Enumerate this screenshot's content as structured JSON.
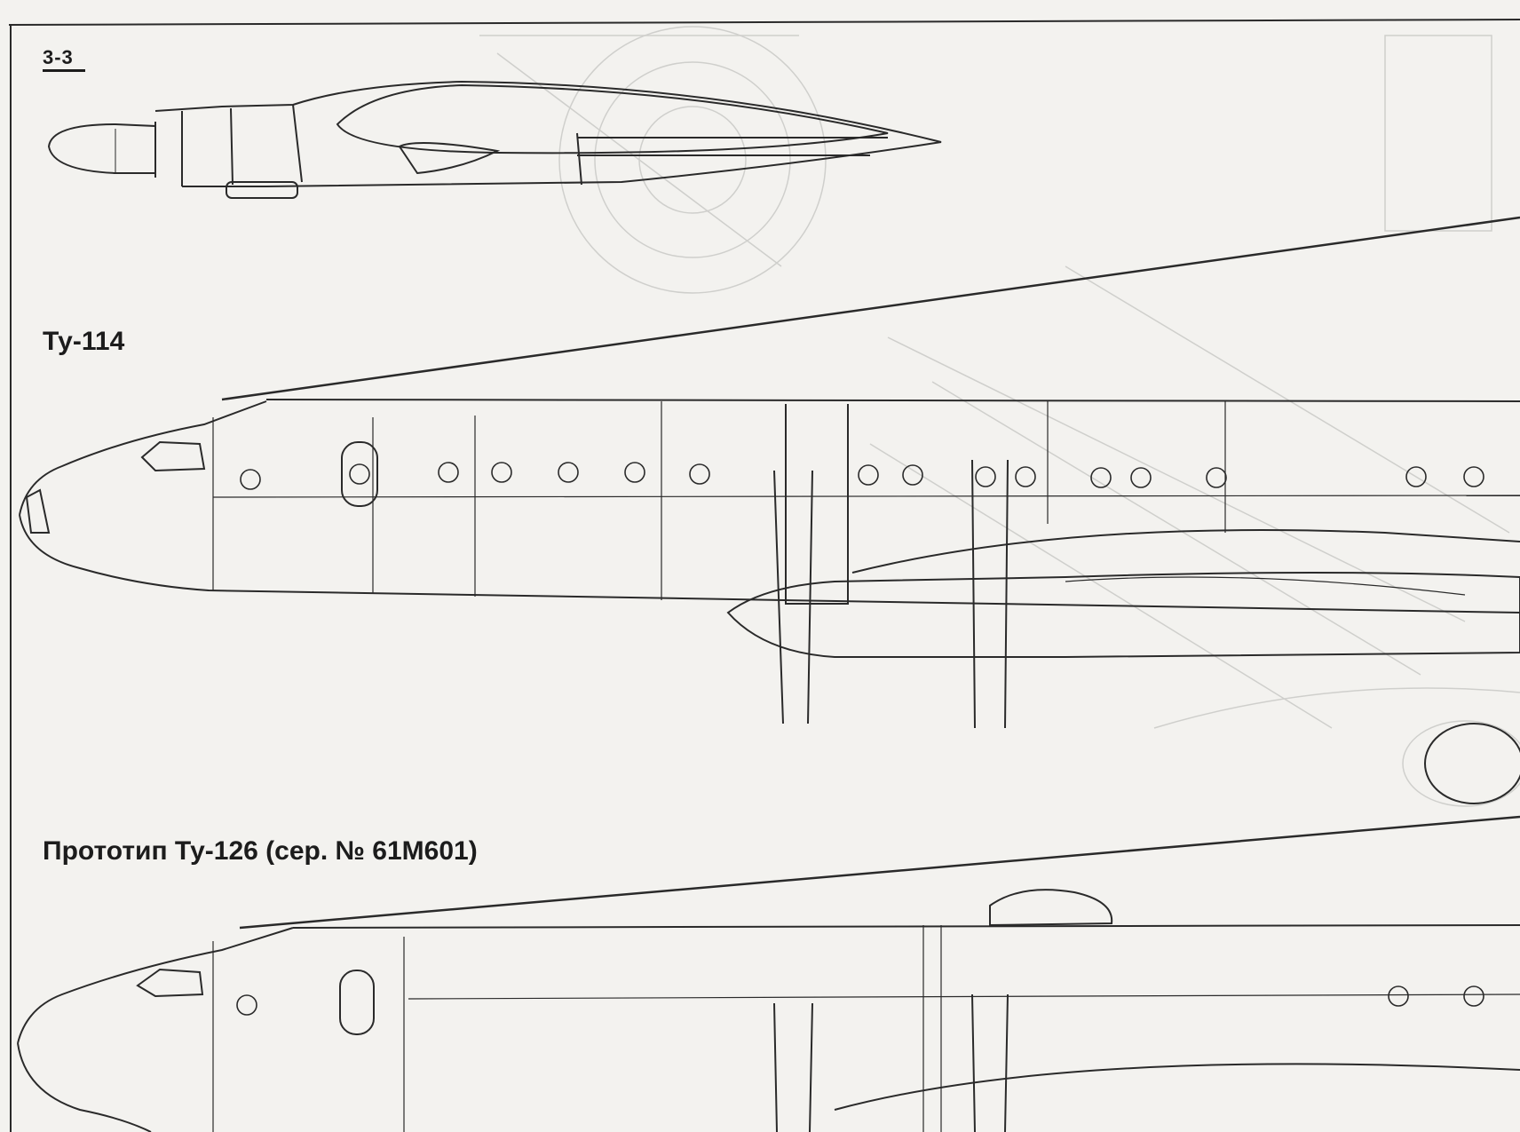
{
  "drawing": {
    "section_label": "3-3",
    "aircraft": [
      {
        "title": "Ту-114"
      },
      {
        "title": "Прототип Ту-126 (сер. № 61М601)"
      }
    ]
  },
  "colors": {
    "paper": "#f3f2ef",
    "line": "#2a2a2a",
    "ghost": "#c9c9c6"
  }
}
